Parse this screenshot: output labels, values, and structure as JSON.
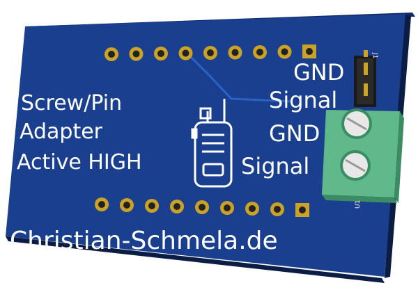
{
  "colors": {
    "board": "#1a3f8f",
    "board_edge": "#0f2a66",
    "board_side": "#0b1c45",
    "silkscreen": "#ffffff",
    "pad_gold": "#c9a227",
    "trace": "#2a63c7",
    "terminal": "#5fb98a",
    "terminal_dark": "#3b8c62",
    "header": "#1a1a1a"
  },
  "board": {
    "title_lines": [
      "Screw/Pin",
      "Adapter",
      "Active HIGH"
    ],
    "website": "Christian-Schmela.de",
    "side_labels": [
      "GND",
      "Signal",
      "GND",
      "Signal"
    ],
    "tiny_marks": [
      "J1",
      "U1"
    ]
  },
  "icons": {
    "radio": "walkie-talkie-icon"
  }
}
